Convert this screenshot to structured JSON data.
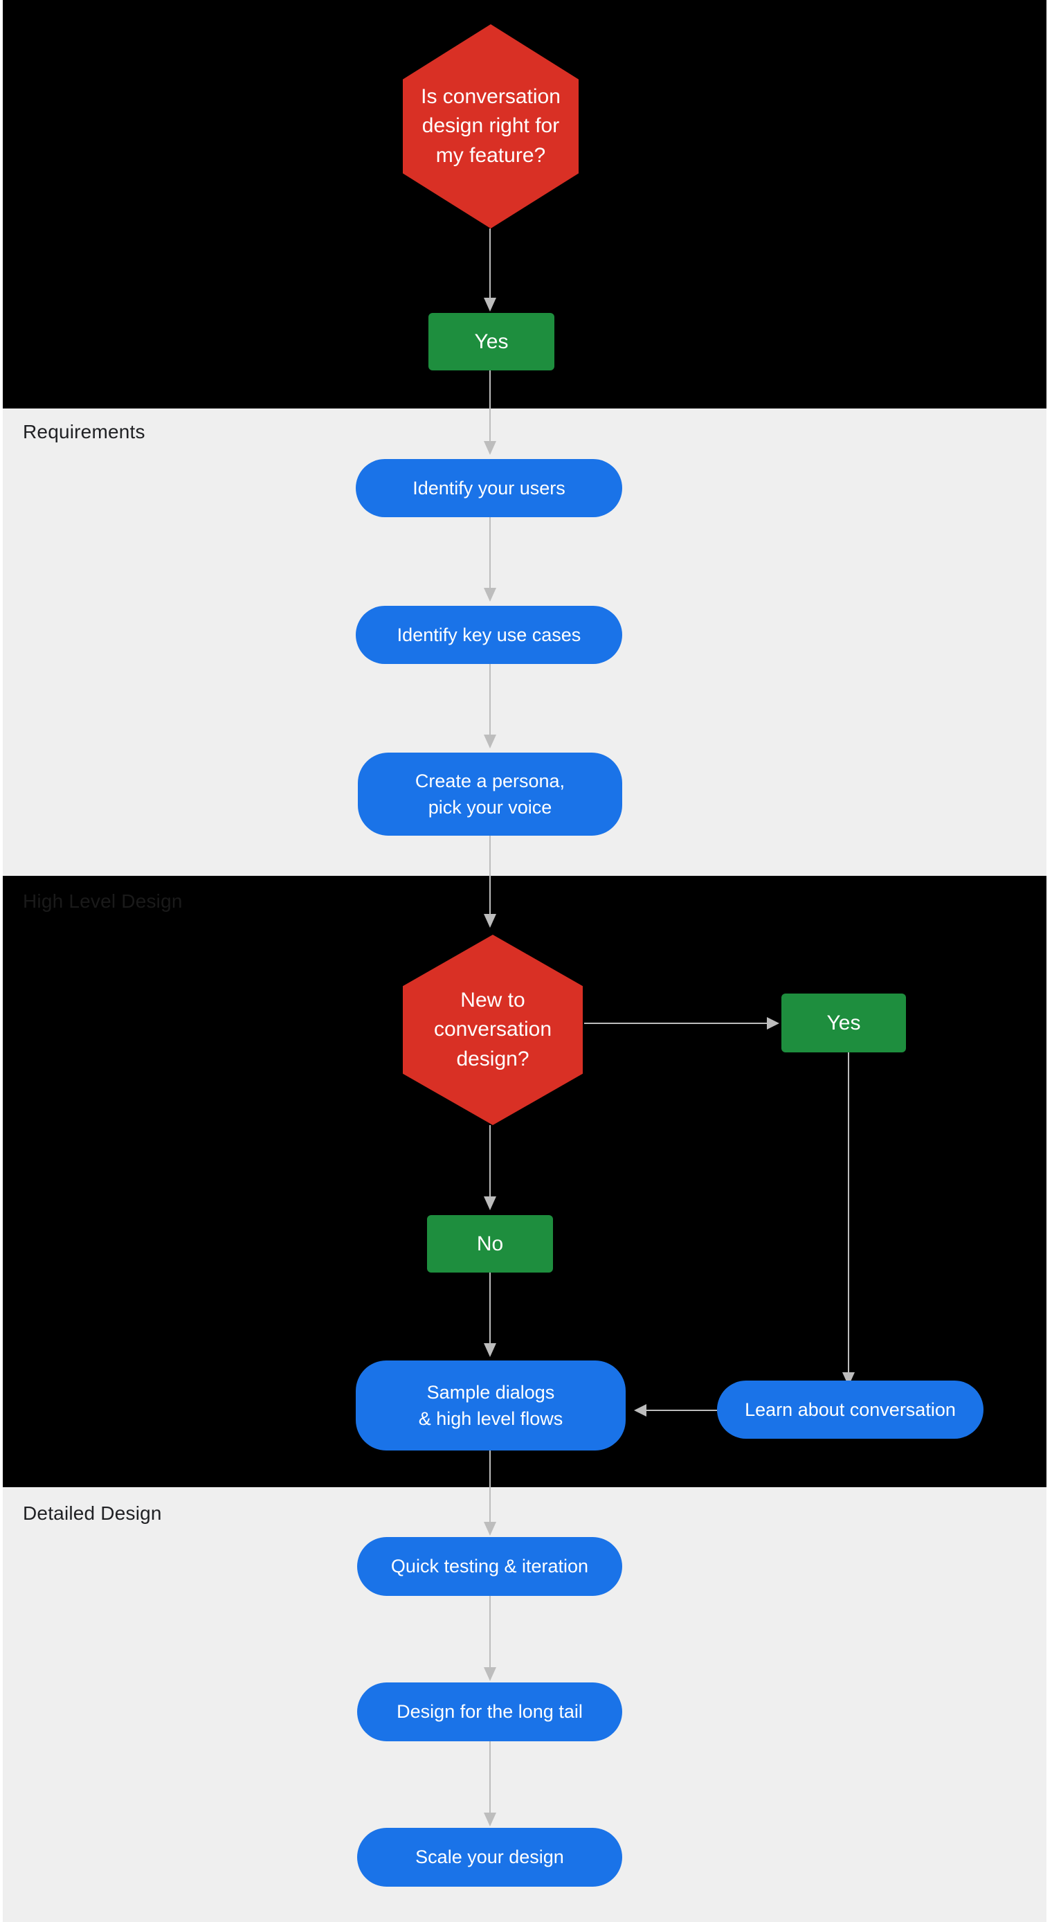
{
  "page": {
    "background": "#efefef",
    "dark_band_color": "#000000"
  },
  "palette": {
    "decision": "#d93025",
    "answer": "#1e8e3e",
    "step": "#1a73e8",
    "connector": "#bdbdbd",
    "label_on_light": "#202124",
    "label_on_dark": "#1a1a1a"
  },
  "chart_data": {
    "type": "diagram",
    "title": "Conversation design process flowchart",
    "sections": [
      "Requirements",
      "High Level Design",
      "Detailed Design"
    ],
    "nodes": [
      {
        "id": "q1",
        "shape": "hexagon",
        "kind": "decision",
        "text": "Is conversation design right for my feature?",
        "color": "#d93025"
      },
      {
        "id": "yes1",
        "shape": "rect",
        "kind": "answer",
        "text": "Yes",
        "color": "#1e8e3e"
      },
      {
        "id": "s1",
        "shape": "pill",
        "kind": "step",
        "text": "Identify your users",
        "color": "#1a73e8"
      },
      {
        "id": "s2",
        "shape": "pill",
        "kind": "step",
        "text": "Identify key use cases",
        "color": "#1a73e8"
      },
      {
        "id": "s3",
        "shape": "pill",
        "kind": "step",
        "text": "Create a persona, pick your voice",
        "color": "#1a73e8"
      },
      {
        "id": "q2",
        "shape": "hexagon",
        "kind": "decision",
        "text": "New to conversation design?",
        "color": "#d93025"
      },
      {
        "id": "yes2",
        "shape": "rect",
        "kind": "answer",
        "text": "Yes",
        "color": "#1e8e3e"
      },
      {
        "id": "no1",
        "shape": "rect",
        "kind": "answer",
        "text": "No",
        "color": "#1e8e3e"
      },
      {
        "id": "s4",
        "shape": "pill",
        "kind": "step",
        "text": "Learn about conversation",
        "color": "#1a73e8"
      },
      {
        "id": "s5",
        "shape": "pill",
        "kind": "step",
        "text": "Sample dialogs & high level flows",
        "color": "#1a73e8"
      },
      {
        "id": "s6",
        "shape": "pill",
        "kind": "step",
        "text": "Quick testing & iteration",
        "color": "#1a73e8"
      },
      {
        "id": "s7",
        "shape": "pill",
        "kind": "step",
        "text": "Design for the long tail",
        "color": "#1a73e8"
      },
      {
        "id": "s8",
        "shape": "pill",
        "kind": "step",
        "text": "Scale your design",
        "color": "#1a73e8"
      }
    ],
    "edges": [
      {
        "from": "q1",
        "to": "yes1",
        "direction": "down"
      },
      {
        "from": "yes1",
        "to": "s1",
        "direction": "down"
      },
      {
        "from": "s1",
        "to": "s2",
        "direction": "down"
      },
      {
        "from": "s2",
        "to": "s3",
        "direction": "down"
      },
      {
        "from": "s3",
        "to": "q2",
        "direction": "down"
      },
      {
        "from": "q2",
        "to": "yes2",
        "direction": "right"
      },
      {
        "from": "q2",
        "to": "no1",
        "direction": "down"
      },
      {
        "from": "yes2",
        "to": "s4",
        "direction": "down"
      },
      {
        "from": "no1",
        "to": "s5",
        "direction": "down"
      },
      {
        "from": "s4",
        "to": "s5",
        "direction": "left"
      },
      {
        "from": "s5",
        "to": "s6",
        "direction": "down"
      },
      {
        "from": "s6",
        "to": "s7",
        "direction": "down"
      },
      {
        "from": "s7",
        "to": "s8",
        "direction": "down"
      }
    ]
  },
  "sections": {
    "requirements": {
      "label": "Requirements"
    },
    "high_level_design": {
      "label": "High Level Design"
    },
    "detailed_design": {
      "label": "Detailed Design"
    }
  },
  "nodes": {
    "decision_1": {
      "line1": "Is conversation",
      "line2": "design right for",
      "line3": "my feature?"
    },
    "answer_yes_1": {
      "label": "Yes"
    },
    "step_identify_users": {
      "label": "Identify your users"
    },
    "step_identify_use_cases": {
      "label": "Identify key use cases"
    },
    "step_persona": {
      "line1": "Create a persona,",
      "line2": "pick your voice"
    },
    "decision_2": {
      "line1": "New to",
      "line2": "conversation",
      "line3": "design?"
    },
    "answer_yes_2": {
      "label": "Yes"
    },
    "answer_no_1": {
      "label": "No"
    },
    "step_learn": {
      "label": "Learn about conversation"
    },
    "step_sample_dialogs": {
      "line1": "Sample dialogs",
      "line2": "& high level flows"
    },
    "step_quick_testing": {
      "label": "Quick testing & iteration"
    },
    "step_long_tail": {
      "label": "Design for the long tail"
    },
    "step_scale": {
      "label": "Scale your design"
    }
  }
}
